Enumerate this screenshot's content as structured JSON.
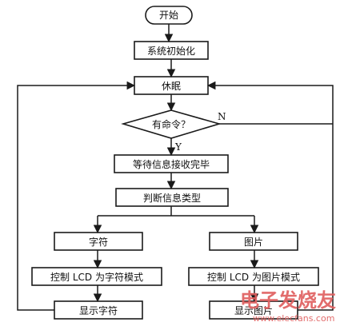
{
  "nodes": {
    "start": "开始",
    "init": "系统初始化",
    "sleep": "休眠",
    "decision": "有命令？",
    "wait": "等待信息接收完毕",
    "judge": "判断信息类型",
    "char": "字符",
    "image": "图片",
    "lcd_char": "控制 LCD 为字符模式",
    "lcd_image": "控制 LCD 为图片模式",
    "show_char": "显示字符",
    "show_image": "显示图片"
  },
  "labels": {
    "no": "N",
    "yes": "Y"
  },
  "watermark": {
    "cn": "电子发烧友",
    "url": "www.elecfans.com"
  },
  "colors": {
    "line": "#1a1a1a",
    "fill": "#ffffff",
    "watermark": "#e06060"
  }
}
